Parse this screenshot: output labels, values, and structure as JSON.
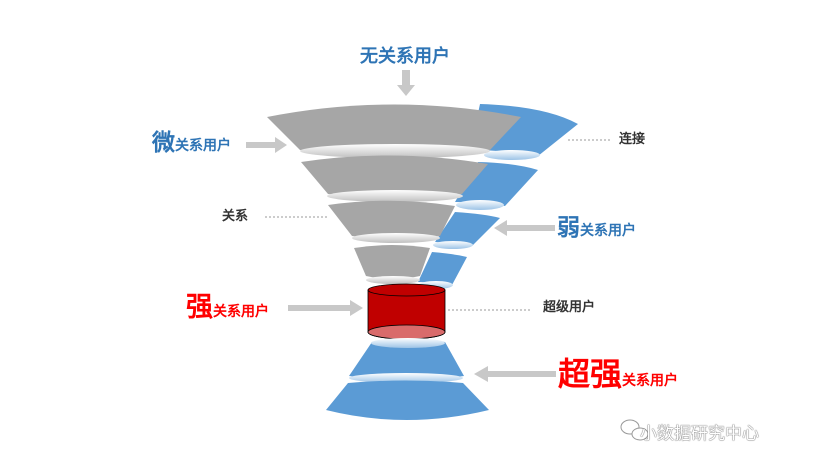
{
  "labels": {
    "none": "无关系用户",
    "micro_big": "微",
    "micro_rest": "关系用户",
    "relation": "关系",
    "connect": "连接",
    "weak_big": "弱",
    "weak_rest": "关系用户",
    "strong_big": "强",
    "strong_rest": "关系用户",
    "super_user": "超级用户",
    "super_strong_big": "超强",
    "super_strong_rest": "关系用户"
  },
  "watermark": "小数据研究中心",
  "colors": {
    "gray": "#a6a6a6",
    "blue": "#5b9bd5",
    "red": "#c00000",
    "label_blue": "#2e74b5",
    "label_red": "#ff0000"
  }
}
